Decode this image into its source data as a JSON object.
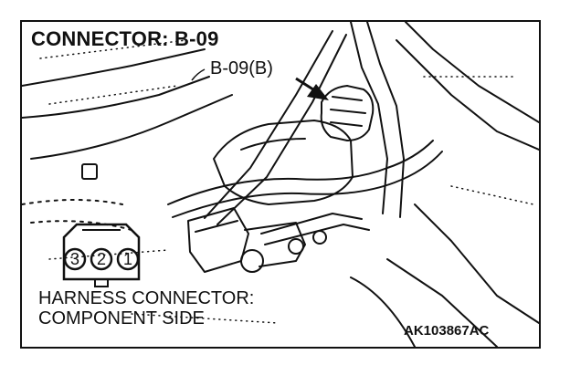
{
  "title": "CONNECTOR: B-09",
  "callout": "B-09(B)",
  "harness": {
    "line1": "HARNESS CONNECTOR:",
    "line2": "COMPONENT SIDE"
  },
  "connector_pins": [
    "3",
    "2",
    "1"
  ],
  "figure_code": "AK103867AC"
}
